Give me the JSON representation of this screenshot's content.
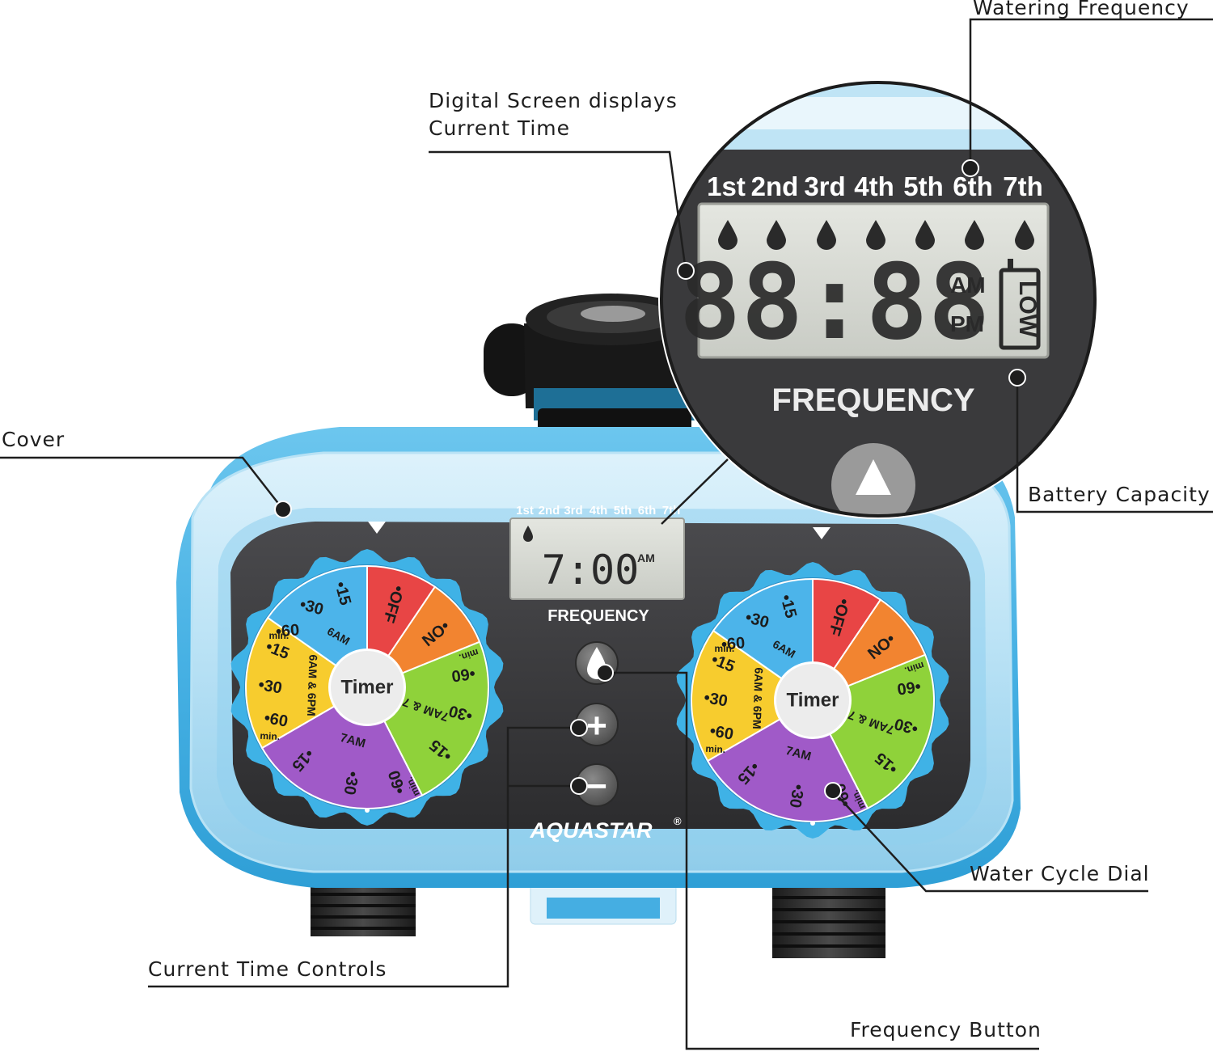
{
  "callouts": {
    "watering_frequency": "Watering Frequency",
    "digital_screen_line1": "Digital Screen displays",
    "digital_screen_line2": "Current Time",
    "cover": "Cover",
    "battery_capacity": "Battery Capacity",
    "current_time_controls": "Current Time Controls",
    "water_cycle_dial": "Water Cycle Dial",
    "frequency_button": "Frequency Button"
  },
  "device": {
    "brand": "AQUASTAR",
    "registered_mark": "®",
    "frequency_label": "FREQUENCY",
    "days": [
      "1st",
      "2nd",
      "3rd",
      "4th",
      "5th",
      "6th",
      "7th"
    ],
    "time": "7:00",
    "meridiem": "AM",
    "plus_symbol": "+",
    "minus_symbol": "−"
  },
  "zoom": {
    "days": [
      "1st",
      "2nd",
      "3rd",
      "4th",
      "5th",
      "6th",
      "7th"
    ],
    "segments": "88:88",
    "am": "AM",
    "pm": "PM",
    "low": "LOW",
    "frequency_label": "FREQUENCY"
  },
  "dial": {
    "center": "Timer",
    "off": "•OFF",
    "on": "•ON",
    "blue_labels": [
      "•15",
      "•30",
      "•60",
      "min.",
      "6AM"
    ],
    "green_labels": [
      "•60",
      "min.",
      "•30",
      "•15",
      "7AM & 7PM"
    ],
    "purple_labels": [
      "•60",
      "min.",
      "•30",
      "•15",
      "7AM"
    ],
    "yellow_labels": [
      "•15",
      "•30",
      "•60",
      "min.",
      "6AM & 6PM"
    ]
  },
  "colors": {
    "housing": "#4fb8e6",
    "faceplate": "#3b3b3d",
    "dial_ring": "#3fb2e6",
    "seg_off": "#e84545",
    "seg_on": "#f28430",
    "seg_green": "#8fd23a",
    "seg_purple": "#a05ac8",
    "seg_yellow": "#f7cc2e",
    "seg_blue": "#4cb4ea",
    "lcd": "#d7d9d3"
  }
}
